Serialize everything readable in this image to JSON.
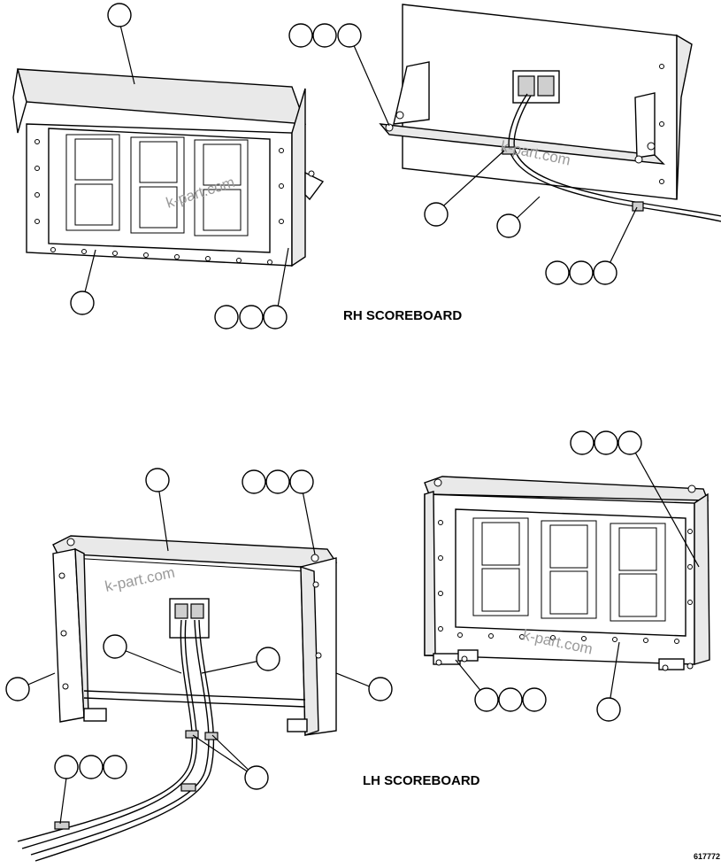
{
  "labels": {
    "rh_title": "RH SCOREBOARD",
    "lh_title": "LH SCOREBOARD",
    "figure_ref": "617772"
  },
  "watermarks": [
    "k-part.com",
    "k-part.com",
    "k-part.com",
    "k-part.com"
  ]
}
